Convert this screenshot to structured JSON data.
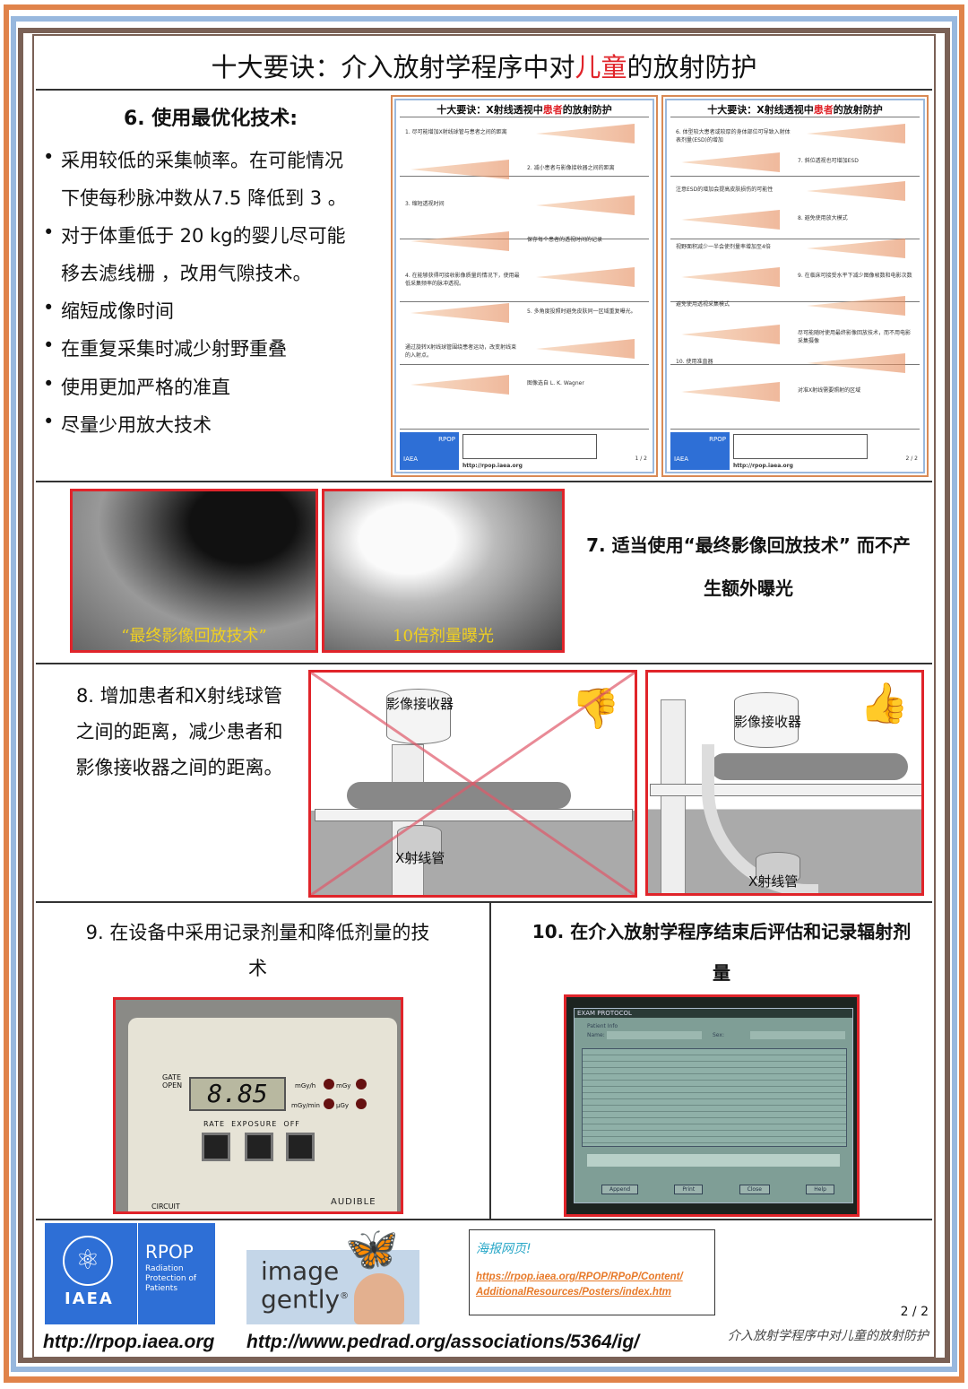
{
  "header": {
    "title_pre": "十大要诀：介入放射学程序中对",
    "title_highlight": "儿童",
    "title_post": "的放射防护",
    "highlight_color": "#e0242a"
  },
  "frame_colors": {
    "outer": "#e0834a",
    "middle": "#98b8de",
    "inner": "#7a6156"
  },
  "section6": {
    "title": "6. 使用最优化技术:",
    "bullets": [
      [
        "采用较低的采集帧率。在可能情况",
        "下使每秒脉冲数从7.5 降低到 3 。"
      ],
      [
        "对于体重低于 20 kg的婴儿尽可能",
        "移去滤线栅 ，改用气隙技术。"
      ],
      [
        "缩短成像时间"
      ],
      [
        "在重复采集时减少射野重叠"
      ],
      [
        "使用更加严格的准直"
      ],
      [
        "尽量少用放大技术"
      ]
    ],
    "thumbnails": [
      {
        "title_pre": "十大要诀：X射线透视中",
        "title_highlight": "患者",
        "title_post": "的放射防护",
        "page": "1 / 2",
        "url": "http://rpop.iaea.org",
        "logo": "IAEA",
        "logo_sub": "RPOP",
        "items": [
          "1. 尽可能增加X射线球管与患者之间的距离",
          "2. 减小患者与影像接收器之间的距离",
          "3. 缩短透视时间",
          "保存每个患者的透视时间的记录",
          "4. 在能够获得可接收影像质量的情况下，使用最低采集频率的脉冲透视。",
          "5. 多角度投照时避免皮肤同一区域重复曝光。",
          "通过旋转X射线球管围绕患者运动，改变射线束的入射点。",
          "图像选自 L. K. Wagner"
        ]
      },
      {
        "title_pre": "十大要诀：X射线透视中",
        "title_highlight": "患者",
        "title_post": "的放射防护",
        "page": "2 / 2",
        "url": "http://rpop.iaea.org",
        "logo": "IAEA",
        "logo_sub": "RPOP",
        "items": [
          "6. 体型较大患者或较厚的身体部位可导致入射体表剂量(ESD)的增加",
          "7. 斜位透视也可增加ESD",
          "注意ESD的增加会提高皮肤损伤的可能性",
          "8. 避免使用放大模式",
          "视野面积减少一半会使剂量率增加至4倍",
          "9. 在临床可接受水平下减少图像帧数和电影次数",
          "避免使用透视采集模式",
          "尽可能随时使用最终影像回放技术，而不用电影采集摄像",
          "10. 使用准直器",
          "对准X射线需要照射的区域"
        ]
      }
    ]
  },
  "section7": {
    "title_lines": [
      "7. 适当使用“最终影像回放技术” 而不产",
      "生额外曝光"
    ],
    "image1_caption": "“最终影像回放技术”",
    "image2_caption": "10倍剂量曝光"
  },
  "section8": {
    "text_lines": [
      "8. 增加患者和X射线球管",
      "之间的距离，减少患者和",
      "影像接收器之间的距离。"
    ],
    "bad": {
      "receptor_label": "影像接收器",
      "tube_label": "X射线管",
      "icon": "thumbs-down-icon"
    },
    "good": {
      "receptor_label": "影像接收器",
      "tube_label": "X射线管",
      "icon": "thumbs-up-icon"
    }
  },
  "section9": {
    "title_lines": [
      "9. 在设备中采用记录剂量和降低剂量的技",
      "术"
    ],
    "device": {
      "reading": "8.85",
      "gate": "GATE",
      "open": "OPEN",
      "unit1": "mGy/h",
      "unit2": "mGy/min",
      "unit3": "mGy",
      "unit4": "µGy",
      "buttons_label": "RATE  EXPOSURE  OFF",
      "circuit": "CIRCUIT",
      "audible": "AUDIBLE"
    }
  },
  "section10": {
    "title_lines": [
      "10. 在介入放射学程序结束后评估和记录辐射剂",
      "量"
    ],
    "screen": {
      "window_title": "EXAM PROTOCOL",
      "patient_info": "Patient Info",
      "name_label": "Name:",
      "sex_label": "Sex:",
      "buttons": [
        "Append",
        "Print",
        "Close",
        "Help"
      ]
    }
  },
  "footer": {
    "iaea": {
      "name": "IAEA",
      "rpop": "RPOP",
      "sub": [
        "Radiation",
        "Protection of",
        "Patients"
      ]
    },
    "image_gently": {
      "line1": "image",
      "line2": "gently",
      "reg": "®"
    },
    "url1": "http://rpop.iaea.org",
    "url2": "http://www.pedrad.org/associations/5364/ig/",
    "box_title": "海报网页!",
    "box_link_lines": [
      "https://rpop.iaea.org/RPOP/RPoP/Content/",
      "AdditionalResources/Posters/index.htm"
    ],
    "page": "2 / 2",
    "caption": "介入放射学程序中对儿童的放射防护"
  }
}
